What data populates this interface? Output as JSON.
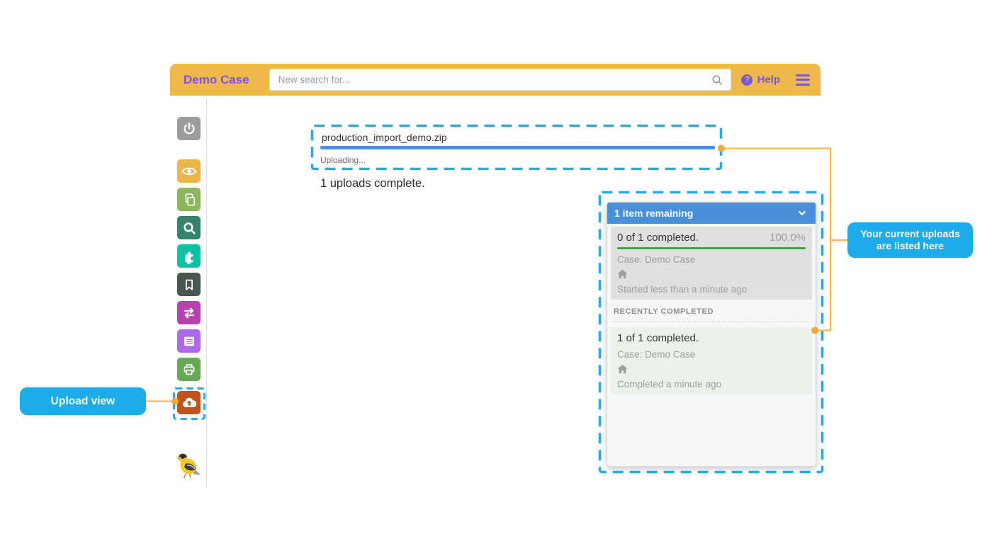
{
  "header": {
    "title": "Demo Case",
    "search": {
      "placeholder": "New search for...",
      "icon": "search-icon"
    },
    "help_label": "Help",
    "help_glyph": "?",
    "menu_icon": "hamburger-icon"
  },
  "sidebar": {
    "icons": [
      {
        "name": "power-icon",
        "color": "#9C9C9C"
      },
      {
        "name": "eye-icon",
        "color": "#ECB549"
      },
      {
        "name": "copy-icon",
        "color": "#8CB75C"
      },
      {
        "name": "search-icon",
        "color": "#35836C"
      },
      {
        "name": "puzzle-icon",
        "color": "#0EBFA2"
      },
      {
        "name": "bookmark-icon",
        "color": "#475750"
      },
      {
        "name": "transfer-icon",
        "color": "#B941AE"
      },
      {
        "name": "list-icon",
        "color": "#AC69E8"
      },
      {
        "name": "print-icon",
        "color": "#68A958"
      },
      {
        "name": "upload-icon",
        "color": "#C2521C"
      }
    ],
    "logo": "goldfinch-bird-logo"
  },
  "upload": {
    "filename": "production_import_demo.zip",
    "status": "Uploading...",
    "progress_percent": 100,
    "complete_text": "1 uploads complete."
  },
  "queue_panel": {
    "header": "1 item remaining",
    "collapse_icon": "chevron-down-icon",
    "active_item": {
      "title": "0 of 1 completed.",
      "percent": "100.0%",
      "case_label": "Case: Demo Case",
      "icon": "home-icon",
      "time": "Started less than a minute ago",
      "progress_percent": 100
    },
    "section_label": "RECENTLY COMPLETED",
    "completed_item": {
      "title": "1 of 1 completed.",
      "case_label": "Case: Demo Case",
      "icon": "home-icon",
      "time": "Completed a minute ago"
    }
  },
  "callouts": {
    "upload_view": "Upload view",
    "uploads_listed": "Your current uploads are listed here"
  },
  "colors": {
    "header_gold": "#EFB84A",
    "accent_purple": "#7B57E0",
    "highlight_cyan": "#29ABE2",
    "callout_blue": "#1CACE9",
    "panel_header_blue": "#4A90D9",
    "progress_blue": "#4A90DB",
    "success_green": "#43A047",
    "connector_orange": "#F5B552",
    "upload_orange": "#C2521C"
  }
}
